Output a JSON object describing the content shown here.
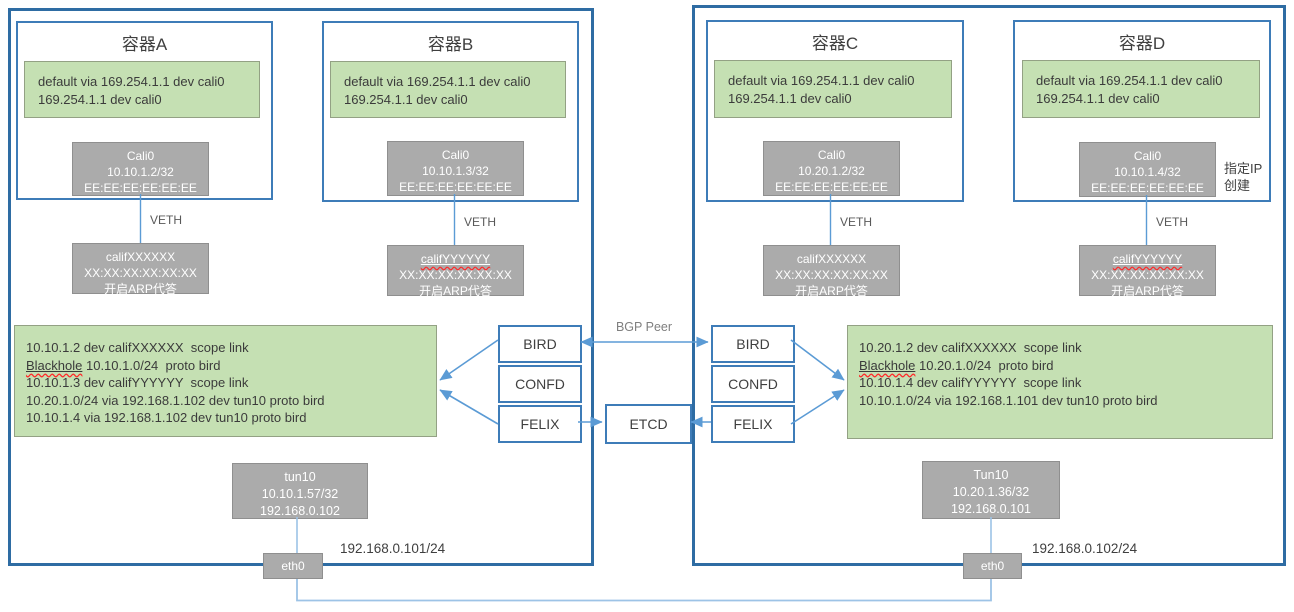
{
  "labels": {
    "veth": "VETH",
    "bgp_peer": "BGP Peer",
    "etcd": "ETCD"
  },
  "annotation": {
    "line1": "指定IP",
    "line2": "创建"
  },
  "colors": {
    "host_border": "#2e6ca3",
    "box_border": "#3e7cb8",
    "arrow": "#5b9bd5",
    "light_line": "#9dc3e6",
    "green_fill": "#c5e0b3",
    "gray_fill": "#ababab"
  },
  "hosts": [
    {
      "containers": [
        {
          "title": "容器A",
          "routes": [
            "default via 169.254.1.1 dev cali0",
            "169.254.1.1 dev cali0"
          ],
          "cali": {
            "name": "Cali0",
            "ip": "10.10.1.2/32",
            "mac": "EE:EE:EE:EE:EE:EE"
          },
          "calif": {
            "name": "califXXXXXX",
            "mac": "XX:XX:XX:XX:XX:XX",
            "note": "开启ARP代答"
          }
        },
        {
          "title": "容器B",
          "routes": [
            "default via 169.254.1.1 dev cali0",
            "169.254.1.1 dev cali0"
          ],
          "cali": {
            "name": "Cali0",
            "ip": "10.10.1.3/32",
            "mac": "EE:EE:EE:EE:EE:EE"
          },
          "calif": {
            "name": "califYYYYYY",
            "mac": "XX:XX:XX:XX:XX:XX",
            "note": "开启ARP代答"
          }
        }
      ],
      "route_table": [
        {
          "mark": "",
          "text": "10.10.1.2 dev califXXXXXX  scope link"
        },
        {
          "mark": "Blackhole",
          "text": " 10.10.1.0/24  proto bird"
        },
        {
          "mark": "",
          "text": "10.10.1.3 dev califYYYYYY  scope link"
        },
        {
          "mark": "",
          "text": "10.20.1.0/24 via 192.168.1.102 dev tun10 proto bird"
        },
        {
          "mark": "",
          "text": "10.10.1.4 via 192.168.1.102 dev tun10 proto bird"
        }
      ],
      "daemons": {
        "bird": "BIRD",
        "confd": "CONFD",
        "felix": "FELIX"
      },
      "tunnel": {
        "name": "tun10",
        "ip": "10.10.1.57/32",
        "addr": "192.168.0.102"
      },
      "nic": {
        "name": "eth0",
        "cidr": "192.168.0.101/24"
      }
    },
    {
      "containers": [
        {
          "title": "容器C",
          "routes": [
            "default via 169.254.1.1 dev cali0",
            "169.254.1.1 dev cali0"
          ],
          "cali": {
            "name": "Cali0",
            "ip": "10.20.1.2/32",
            "mac": "EE:EE:EE:EE:EE:EE"
          },
          "calif": {
            "name": "califXXXXXX",
            "mac": "XX:XX:XX:XX:XX:XX",
            "note": "开启ARP代答"
          }
        },
        {
          "title": "容器D",
          "routes": [
            "default via 169.254.1.1 dev cali0",
            "169.254.1.1 dev cali0"
          ],
          "cali": {
            "name": "Cali0",
            "ip": "10.10.1.4/32",
            "mac": "EE:EE:EE:EE:EE:EE"
          },
          "calif": {
            "name": "califYYYYYY",
            "mac": "XX:XX:XX:XX:XX:XX",
            "note": "开启ARP代答"
          }
        }
      ],
      "route_table": [
        {
          "mark": "",
          "text": "10.20.1.2 dev califXXXXXX  scope link"
        },
        {
          "mark": "Blackhole",
          "text": " 10.20.1.0/24  proto bird"
        },
        {
          "mark": "",
          "text": "10.10.1.4 dev califYYYYYY  scope link"
        },
        {
          "mark": "",
          "text": "10.10.1.0/24 via 192.168.1.101 dev tun10 proto bird"
        }
      ],
      "daemons": {
        "bird": "BIRD",
        "confd": "CONFD",
        "felix": "FELIX"
      },
      "tunnel": {
        "name": "Tun10",
        "ip": "10.20.1.36/32",
        "addr": "192.168.0.101"
      },
      "nic": {
        "name": "eth0",
        "cidr": "192.168.0.102/24"
      }
    }
  ]
}
